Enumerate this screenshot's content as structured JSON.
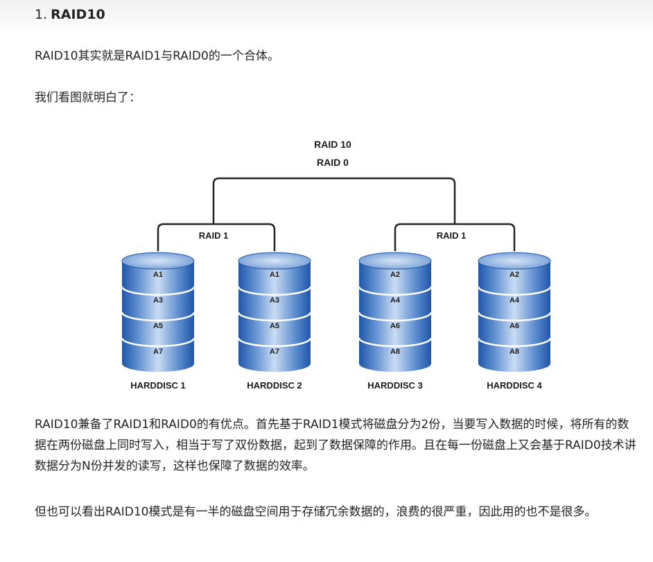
{
  "section": {
    "number": "1.",
    "title": "RAID10"
  },
  "paragraphs": {
    "intro": "RAID10其实就是RAID1与RAID0的一个合体。",
    "see_figure": "我们看图就明白了：",
    "explain": "RAID10兼备了RAID1和RAID0的有优点。首先基于RAID1模式将磁盘分为2份，当要写入数据的时候，将所有的数据在两份磁盘上同时写入，相当于写了双份数据，起到了数据保障的作用。且在每一份磁盘上又会基于RAID0技术讲数据分为N份并发的读写，这样也保障了数据的效率。",
    "drawback": "但也可以看出RAID10模式是有一半的磁盘空间用于存储冗余数据的，浪费的很严重，因此用的也不是很多。"
  },
  "diagram": {
    "title_line1": "RAID 10",
    "title_line2": "RAID 0",
    "groups": [
      {
        "label": "RAID 1"
      },
      {
        "label": "RAID 1"
      }
    ],
    "discs": [
      {
        "name": "HARDDISC 1",
        "blocks": [
          "A1",
          "A3",
          "A5",
          "A7"
        ]
      },
      {
        "name": "HARDDISC 2",
        "blocks": [
          "A1",
          "A3",
          "A5",
          "A7"
        ]
      },
      {
        "name": "HARDDISC 3",
        "blocks": [
          "A2",
          "A4",
          "A6",
          "A8"
        ]
      },
      {
        "name": "HARDDISC 4",
        "blocks": [
          "A2",
          "A4",
          "A6",
          "A8"
        ]
      }
    ],
    "colors": {
      "disc_dark": "#1f56a8",
      "disc_light": "#c9dcf3",
      "lines": "#222222"
    }
  }
}
